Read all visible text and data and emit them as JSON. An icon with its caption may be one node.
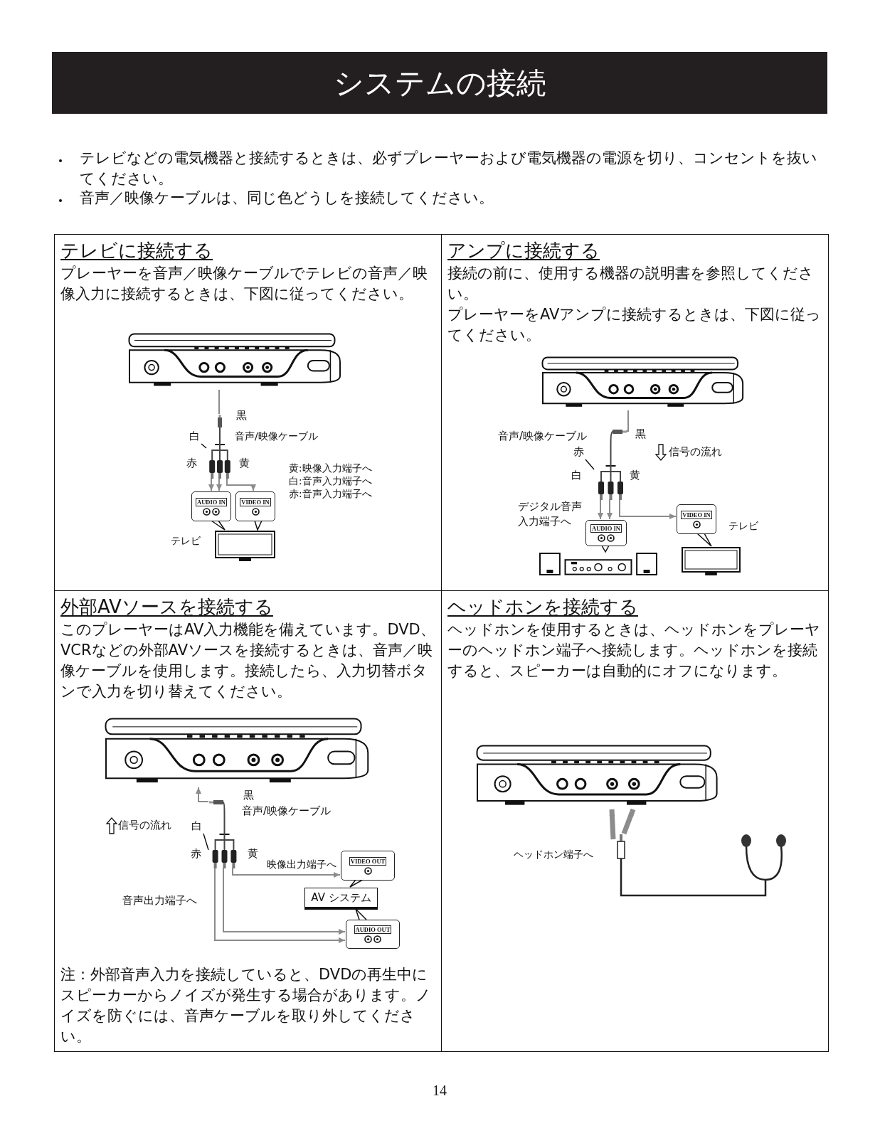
{
  "diagram": {
    "title": "システムの接続",
    "nodes": [
      {
        "text": [
          "テレビに接続する",
          "プレーヤーを音声／映像ケーブルでテレビの音声／映像入力に接続するときは、下図に従ってください。"
        ]
      },
      {
        "text": [],
        "shape": "picture",
        "in": 0
      },
      {
        "text": [],
        "shape": "picture",
        "in": 0
      },
      {
        "text": [
          "白"
        ],
        "in": 0
      },
      {
        "text": [
          "AUDIO IN"
        ],
        "in": 0
      },
      {
        "text": [
          "VIDEO IN"
        ],
        "in": 0
      },
      {
        "text": [],
        "shape": "picture",
        "in": 0,
        "beside": [
          "テレビ"
        ]
      },
      {
        "text": [
          "アンプに接続する",
          "接続の前に、使用する機器の説明書を参照してください。",
          "プレーヤーをAVアンプに接続するときは、下図に従ってください。"
        ]
      },
      {
        "text": [],
        "shape": "picture",
        "in": 7
      },
      {
        "text": [],
        "shape": "picture",
        "in": 7
      },
      {
        "text": [
          "赤"
        ],
        "in": 7
      },
      {
        "text": [
          "AUDIO IN"
        ],
        "in": 7
      },
      {
        "text": [
          "VIDEO IN"
        ],
        "in": 7
      },
      {
        "text": [],
        "shape": "picture",
        "in": 7
      },
      {
        "text": [],
        "shape": "picture",
        "in": 7,
        "beside": [
          "テレビ"
        ]
      },
      {
        "text": [
          "外部AVソースを接続する",
          "このプレーヤーはAV入力機能を備えています。DVD、VCRなどの外部AVソースを接続するときは、音声／映像ケーブルを使用します。接続したら、入力切替ボタンで入力を切り替えてください。",
          "注：外部音声入力を接続していると、DVDの再生中にスピーカーからノイズが発生する場合があります。ノイズを防ぐには、音声ケーブルを取り外してください。"
        ]
      },
      {
        "text": [],
        "shape": "picture",
        "in": 15
      },
      {
        "text": [],
        "shape": "picture",
        "in": 15
      },
      {
        "text": [
          "白"
        ],
        "in": 15
      },
      {
        "text": [
          "VIDEO OUT"
        ],
        "in": 15
      },
      {
        "text": [
          "AV システム"
        ],
        "in": 15
      },
      {
        "text": [
          "AUDIO OUT"
        ],
        "in": 15
      },
      {
        "text": [
          "ヘッドホンを接続する",
          "ヘッドホンを使用するときは、ヘッドホンをプレーヤーのヘッドホン端子へ接続します。ヘッドホンを接続すると、スピーカーは自動的にオフになります。"
        ]
      },
      {
        "text": [],
        "shape": "picture",
        "in": 22
      },
      {
        "text": [],
        "shape": "picture",
        "in": 22
      }
    ],
    "edges": [
      {
        "from": 1,
        "to": 2,
        "arrow": "none"
      },
      {
        "from": 2,
        "to": 4,
        "arrow": "to"
      },
      {
        "from": 2,
        "to": 4,
        "arrow": "to"
      },
      {
        "from": 2,
        "to": 5,
        "arrow": "to"
      },
      {
        "from": 3,
        "to": 2,
        "arrow": "none",
        "color": "#000000"
      },
      {
        "from": 8,
        "to": 9,
        "arrow": "none"
      },
      {
        "from": 9,
        "to": 11,
        "arrow": "to"
      },
      {
        "from": 9,
        "to": 11,
        "arrow": "to"
      },
      {
        "from": 9,
        "to": 12,
        "arrow": "to"
      },
      {
        "from": 10,
        "to": 9,
        "arrow": "none",
        "color": "#000000"
      },
      {
        "from": 17,
        "to": 16,
        "arrow": "to"
      },
      {
        "from": 17,
        "to": 19,
        "arrow": "to"
      },
      {
        "from": 17,
        "to": 21,
        "arrow": "to"
      },
      {
        "from": 17,
        "to": 21,
        "arrow": "to"
      },
      {
        "from": 18,
        "to": 17,
        "arrow": "none",
        "color": "#000000"
      },
      {
        "from": 24,
        "to": 23,
        "arrow": "to",
        "style": "thick"
      },
      {
        "from": 24,
        "to": 23,
        "arrow": "to",
        "style": "thick"
      }
    ],
    "labels": [
      "テレビなどの電気機器と接続するときは、必ずプレーヤーおよび電気機器の電源を切り、コンセントを抜いてください。",
      "音声／映像ケーブルは、同じ色どうしを接続してください。",
      "黒",
      "音声/映像ケーブル",
      "赤",
      "黄",
      "黄:映像入力端子へ",
      "白:音声入力端子へ",
      "赤:音声入力端子へ",
      "音声/映像ケーブル",
      "黒",
      "信号の流れ",
      "白",
      "黄",
      "デジタル音声入力端子へ",
      "黒",
      "音声/映像ケーブル",
      "信号の流れ",
      "赤",
      "黄",
      "映像出力端子へ",
      "音声出力端子へ",
      "ヘッドホン端子へ",
      "14"
    ]
  }
}
